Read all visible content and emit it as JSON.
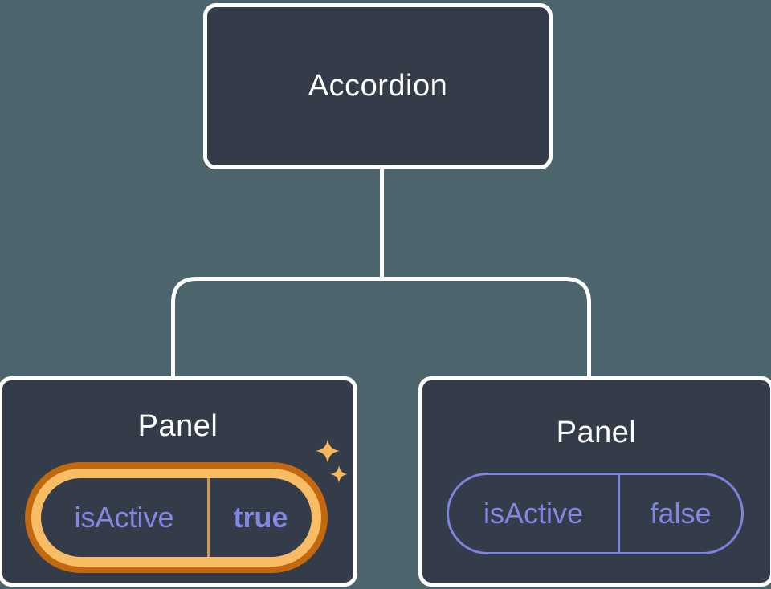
{
  "tree": {
    "root": {
      "label": "Accordion"
    },
    "children": [
      {
        "label": "Panel",
        "state_key": "isActive",
        "state_value": "true",
        "highlighted": true
      },
      {
        "label": "Panel",
        "state_key": "isActive",
        "state_value": "false",
        "highlighted": false
      }
    ]
  },
  "icons": {
    "sparkle_large": "four-point-star",
    "sparkle_small": "four-point-star"
  },
  "colors": {
    "background": "#4C656D",
    "node_fill": "#343B49",
    "node_border": "#FFFFFF",
    "label_text": "#FFFFFF",
    "state_text": "#8287E3",
    "state_border": "#7D83DF",
    "highlight_outer_ring": "#C2680E",
    "highlight_inner_ring": "#F8BC64",
    "highlight_divider": "#D2964B",
    "sparkle": "#F6B75C"
  }
}
